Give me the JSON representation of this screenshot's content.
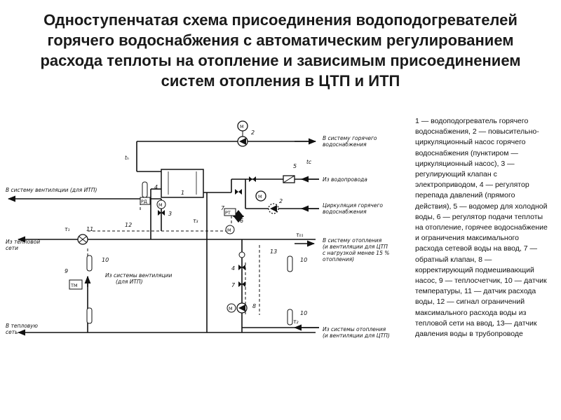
{
  "title": "Одноступенчатая схема присоединения водоподогревателей горячего водоснабжения с автоматическим регулированием расхода теплоты на отопление и зависимым присоединением систем отопления в ЦТП и ИТП",
  "legend_text": "1 — водоподогреватель горячего водоснабжения, 2 — повысительно-циркуляционный насос горячего водоснабжения (пунктиром — циркуляционный насос), 3 — регулирующий клапан с электроприводом, 4 — регулятор перепада давлений (прямого действия), 5 — водомер для холодной воды, 6 — регулятор подачи теплоты на отопление, горячее водоснабжение и ограничения максимального расхода сетевой воды на ввод, 7 — обратный клапан, 8 — корректирующий подмешивающий насос, 9 — теплосчетчик, 10 — датчик температуры, 11 — датчик расхода воды, 12 — сигнал ограничений максимального расхода воды из тепловой сети на ввод, 13— датчик давления воды в трубопроводе",
  "diagram": {
    "labels": {
      "to_hws_l1": "В систему горячего",
      "to_hws_l2": "водоснабжения",
      "from_water_main": "Из водопровода",
      "hws_circ_l1": "Циркуляция горячего",
      "hws_circ_l2": "водоснабжения",
      "to_vent": "В систему вентиляции (для ИТП)",
      "from_heat_net_l1": "Из тепловой",
      "from_heat_net_l2": "сети",
      "to_heating_l1": "В систему отопления",
      "to_heating_l2": "(и вентиляции для ЦТП",
      "to_heating_l3": "с нагрузкой менее 15 %",
      "to_heating_l4": "отопления)",
      "from_vent_l1": "Из системы вентиляции",
      "from_vent_l2": "(для ИТП)",
      "to_heat_net_l1": "В тепловую",
      "to_heat_net_l2": "сеть",
      "from_heating_l1": "Из системы отопления",
      "from_heating_l2": "(и вентиляции для ЦТП)"
    },
    "symbols": {
      "t_h": "tₕ",
      "t_c": "tc",
      "tau1": "τ₁",
      "tau2": "τ₂",
      "tau3": "τ₃",
      "tau01": "τ₀₁",
      "motor": "М",
      "pd": "РД",
      "rt": "РТ",
      "tm": "ТМ"
    },
    "numbers": [
      "1",
      "2",
      "2",
      "3",
      "4",
      "5",
      "6",
      "7",
      "7",
      "8",
      "9",
      "10",
      "10",
      "10",
      "11",
      "12",
      "13"
    ]
  }
}
